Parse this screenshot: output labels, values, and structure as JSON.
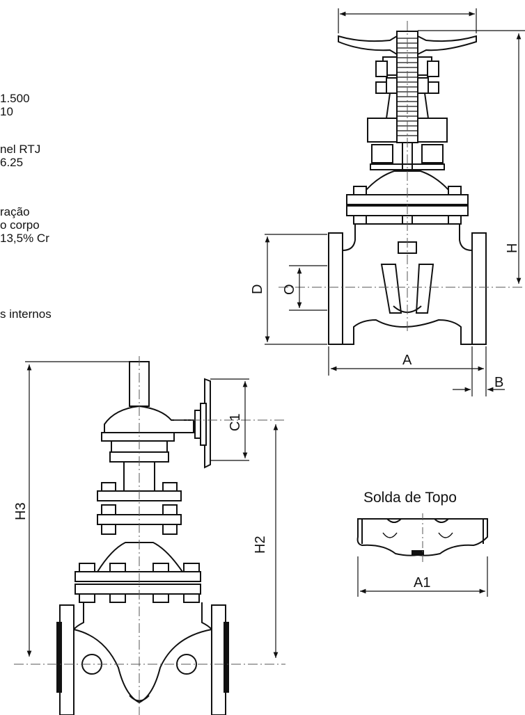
{
  "left_text": [
    "1.500",
    "10",
    "nel RTJ",
    "6.25",
    "ração",
    "o corpo",
    " 13,5% Cr",
    "s internos"
  ],
  "dimension_labels": {
    "A": "A",
    "B": "B",
    "D": "D",
    "O": "O",
    "H": "H",
    "C1": "C1",
    "H2": "H2",
    "H3": "H3",
    "A1": "A1"
  },
  "butt_weld_title": "Solda de Topo",
  "colors": {
    "line": "#111111",
    "center_line": "#555555",
    "background": "#ffffff"
  }
}
